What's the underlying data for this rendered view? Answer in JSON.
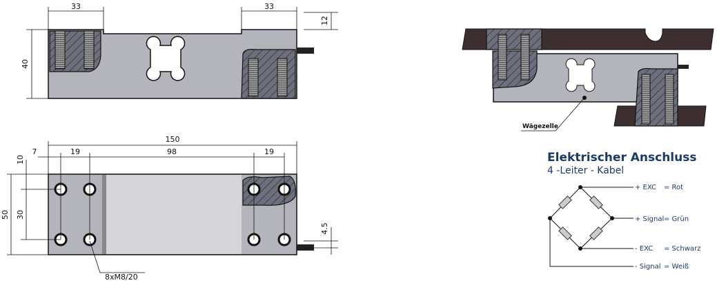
{
  "top_view": {
    "dim_left": "33",
    "dim_right": "33",
    "dim_height_step": "12",
    "dim_height": "40"
  },
  "bottom_view": {
    "dim_length": "150",
    "dim_offset": "7",
    "dim_hole_left": "19",
    "dim_middle": "98",
    "dim_hole_right": "19",
    "dim_top": "10",
    "dim_width": "50",
    "dim_hole_spacing": "30",
    "dim_cable": "4.5",
    "thread_callout": "8xM8/20"
  },
  "assembly": {
    "cell_label": "Wägezelle"
  },
  "wiring": {
    "title": "Elektrischer Anschluss",
    "subtitle": "4 -Leiter - Kabel",
    "wires": [
      {
        "signal": "+ EXC",
        "color": "= Rot"
      },
      {
        "signal": "+ Signal",
        "color": "= Grün"
      },
      {
        "signal": "- EXC",
        "color": "= Schwarz"
      },
      {
        "signal": "- Signal",
        "color": "= Weiß"
      }
    ]
  },
  "colors": {
    "title": "#1b3a66",
    "plate": "#3d2f30",
    "cell": "#b4b4bc"
  }
}
